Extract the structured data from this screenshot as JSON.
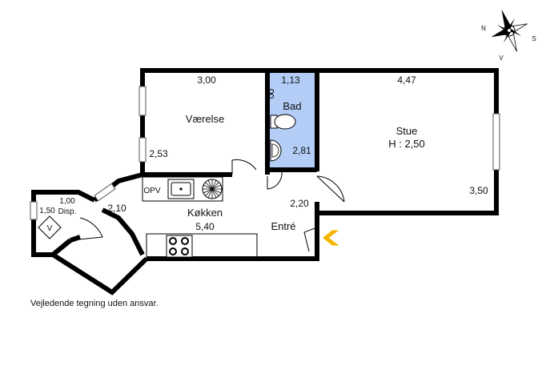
{
  "rooms": {
    "vaerelse": {
      "name": "Værelse",
      "width": "3,00",
      "depth": "2,53"
    },
    "bad": {
      "name": "Bad",
      "width": "1,13",
      "depth": "2,81"
    },
    "stue": {
      "name": "Stue",
      "height": "H : 2,50",
      "width": "4,47",
      "depth": "3,50"
    },
    "koekken": {
      "name": "Køkken",
      "length": "5,40",
      "depth": "2,10"
    },
    "entre": {
      "name": "Entré",
      "depth": "2,20"
    },
    "disp": {
      "name": "Disp.",
      "width": "1,00",
      "depth": "1,50"
    }
  },
  "fixtures": {
    "opv": "OPV",
    "v": "V"
  },
  "compass": {
    "n": "N",
    "s": "S",
    "v": "V"
  },
  "colors": {
    "bathroom": "#b3cdf7",
    "entrance_arrow": "#f5b400",
    "wall": "#000000"
  },
  "disclaimer": "Vejledende tegning uden ansvar."
}
